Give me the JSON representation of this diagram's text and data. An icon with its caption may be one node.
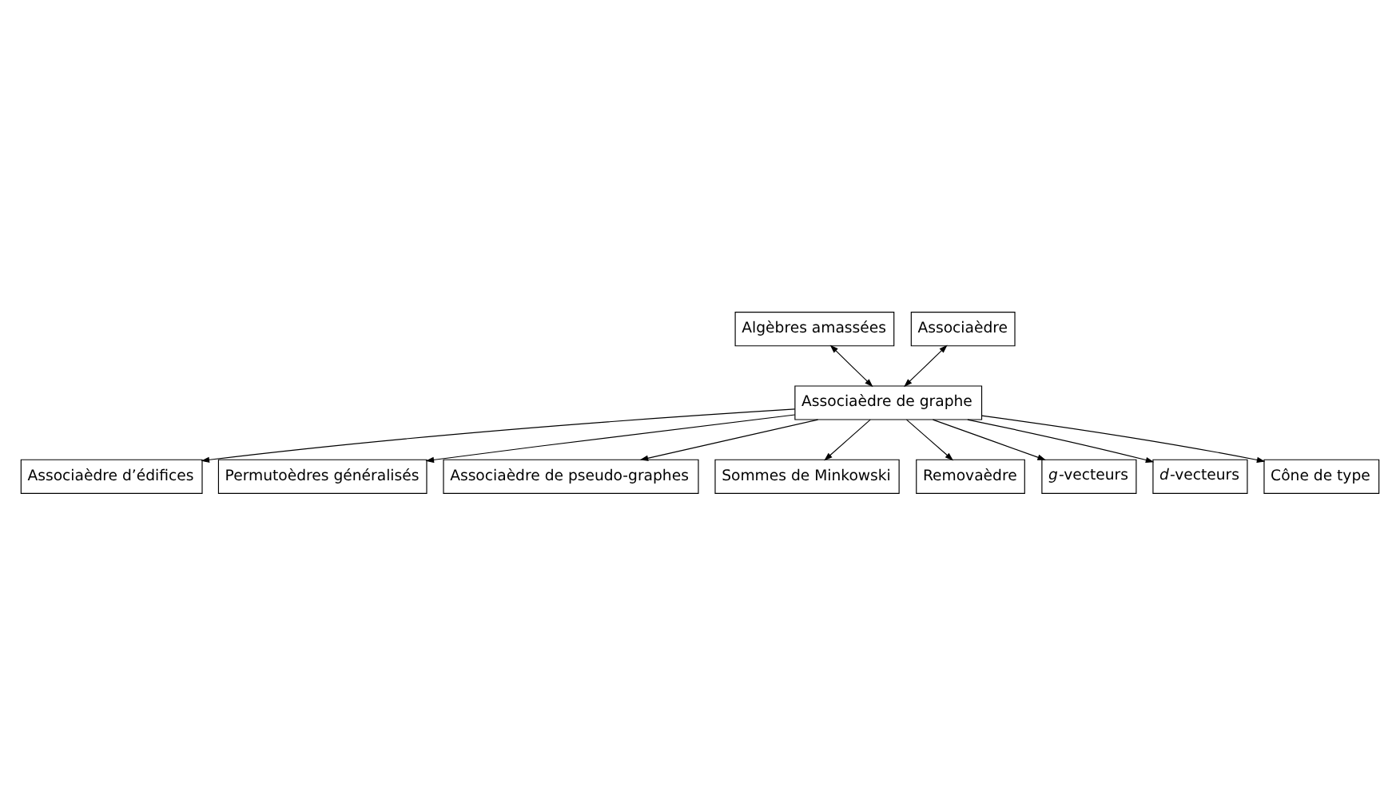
{
  "diagram": {
    "nodes": [
      {
        "text": [
          "Algèbres amassées"
        ]
      },
      {
        "text": [
          "Associaèdre"
        ]
      },
      {
        "text": [
          "Associaèdre de graphe"
        ]
      },
      {
        "text": [
          "Associaèdre d’édifices"
        ]
      },
      {
        "text": [
          "Permutoèdres généralisés"
        ]
      },
      {
        "text": [
          "Associaèdre de pseudo-graphes"
        ]
      },
      {
        "text": [
          "Sommes de Minkowski"
        ]
      },
      {
        "text": [
          "Removaèdre"
        ]
      },
      {
        "text": [
          "*g*-vecteurs"
        ]
      },
      {
        "text": [
          "*d*-vecteurs"
        ]
      },
      {
        "text": [
          "Cône de type"
        ]
      }
    ],
    "edges": [
      {
        "from": 0,
        "to": 2,
        "arrow": "both"
      },
      {
        "from": 1,
        "to": 2,
        "arrow": "both"
      },
      {
        "from": 2,
        "to": 10,
        "arrow": "to"
      },
      {
        "from": 2,
        "to": 9,
        "arrow": "to"
      },
      {
        "from": 2,
        "to": 8,
        "arrow": "to"
      },
      {
        "from": 2,
        "to": 7,
        "arrow": "to"
      },
      {
        "from": 2,
        "to": 6,
        "arrow": "to"
      },
      {
        "from": 2,
        "to": 5,
        "arrow": "to"
      },
      {
        "from": 2,
        "to": 4,
        "arrow": "to"
      },
      {
        "from": 2,
        "to": 3,
        "arrow": "to"
      }
    ]
  }
}
